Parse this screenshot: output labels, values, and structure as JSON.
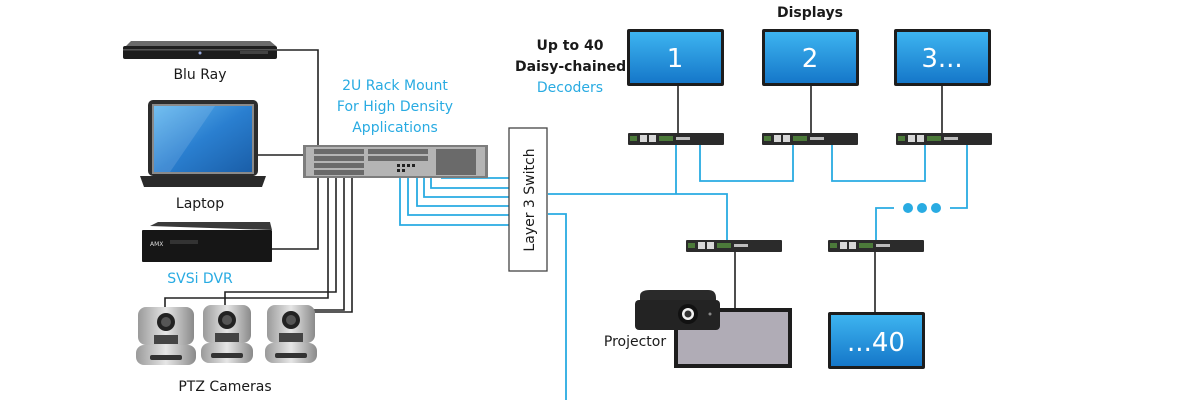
{
  "colors": {
    "accent": "#29abe2",
    "cable_dark": "#222222",
    "screen_blue": "#1e88d6",
    "text": "#1a1a1a"
  },
  "sources": {
    "bluray": {
      "label": "Blu Ray"
    },
    "laptop": {
      "label": "Laptop"
    },
    "dvr": {
      "label": "SVSi DVR",
      "brand_mark": "AMX"
    },
    "cameras": {
      "label": "PTZ Cameras",
      "count": 3
    }
  },
  "rack": {
    "label_lines": [
      "2U Rack Mount",
      "For High Density",
      "Applications"
    ]
  },
  "switch": {
    "label": "Layer 3 Switch"
  },
  "decoders_note": {
    "lines": [
      "Up to 40",
      "Daisy-chained"
    ],
    "highlight": "Decoders"
  },
  "displays": {
    "title": "Displays",
    "screens": [
      {
        "id": "display-1",
        "text": "1"
      },
      {
        "id": "display-2",
        "text": "2"
      },
      {
        "id": "display-3",
        "text": "3..."
      },
      {
        "id": "display-40",
        "text": "...40"
      }
    ],
    "continuation_icon": "ellipsis-dots"
  },
  "projector": {
    "label": "Projector"
  }
}
